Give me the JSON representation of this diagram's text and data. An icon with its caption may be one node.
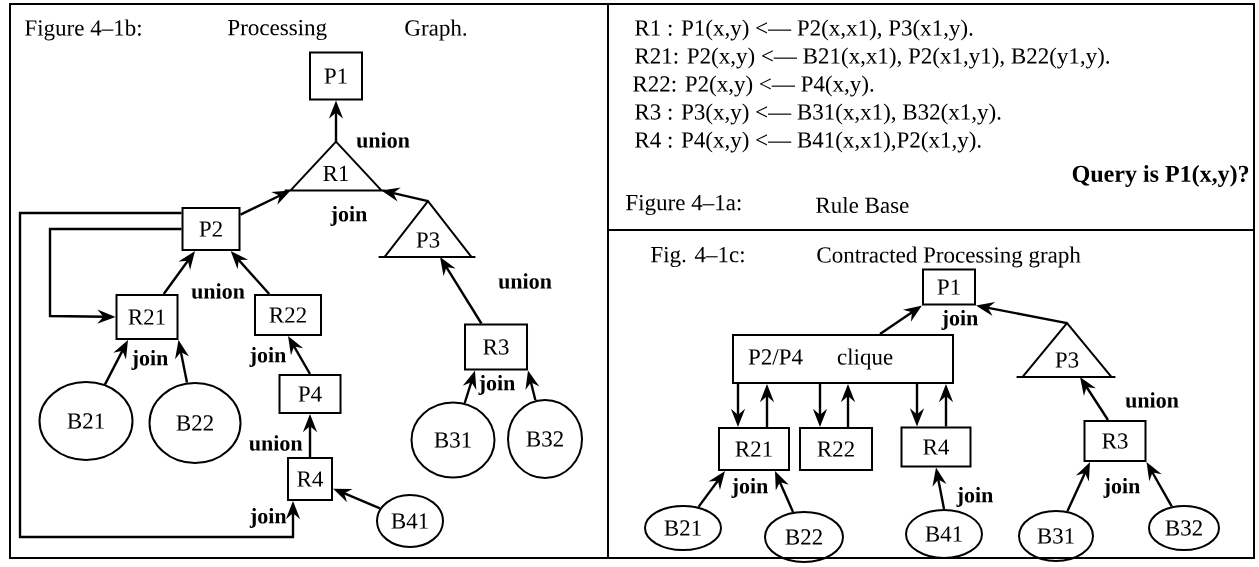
{
  "diagram": {
    "nodes": [
      {
        "text": [
          "P1"
        ]
      },
      {
        "text": [
          "R1"
        ]
      },
      {
        "text": [
          "P2"
        ]
      },
      {
        "text": [
          "P3"
        ]
      },
      {
        "text": [
          "R21"
        ]
      },
      {
        "text": [
          "R22"
        ]
      },
      {
        "text": [
          "R3"
        ]
      },
      {
        "text": [
          "B21"
        ]
      },
      {
        "text": [
          "B22"
        ]
      },
      {
        "text": [
          "P4"
        ]
      },
      {
        "text": [
          "B31"
        ]
      },
      {
        "text": [
          "B32"
        ]
      },
      {
        "text": [
          "R4"
        ]
      },
      {
        "text": [
          "B41"
        ]
      },
      {
        "text": [
          "P1"
        ]
      },
      {
        "text": [
          "P2/P4",
          "clique"
        ]
      },
      {
        "text": [
          "P3"
        ]
      },
      {
        "text": [
          "R21"
        ]
      },
      {
        "text": [
          "R22"
        ]
      },
      {
        "text": [
          "R4"
        ]
      },
      {
        "text": [
          "R3"
        ]
      },
      {
        "text": [
          "B21"
        ]
      },
      {
        "text": [
          "B22"
        ]
      },
      {
        "text": [
          "B41"
        ]
      },
      {
        "text": [
          "B31"
        ]
      },
      {
        "text": [
          "B32"
        ]
      }
    ],
    "edges": [
      {
        "from": 1,
        "to": 0,
        "arrow": "to"
      },
      {
        "from": 2,
        "to": 1,
        "arrow": "to"
      },
      {
        "from": 3,
        "to": 1,
        "arrow": "to"
      },
      {
        "from": 4,
        "to": 2,
        "arrow": "to"
      },
      {
        "from": 5,
        "to": 2,
        "arrow": "to"
      },
      {
        "from": 2,
        "to": 4,
        "arrow": "to"
      },
      {
        "from": 2,
        "to": 12,
        "arrow": "to"
      },
      {
        "from": 7,
        "to": 4,
        "arrow": "to"
      },
      {
        "from": 8,
        "to": 4,
        "arrow": "to"
      },
      {
        "from": 9,
        "to": 5,
        "arrow": "to"
      },
      {
        "from": 12,
        "to": 9,
        "arrow": "to"
      },
      {
        "from": 13,
        "to": 12,
        "arrow": "to"
      },
      {
        "from": 6,
        "to": 3,
        "arrow": "to"
      },
      {
        "from": 10,
        "to": 6,
        "arrow": "to"
      },
      {
        "from": 11,
        "to": 6,
        "arrow": "to"
      },
      {
        "from": 15,
        "to": 14,
        "arrow": "to"
      },
      {
        "from": 16,
        "to": 14,
        "arrow": "to"
      },
      {
        "from": 15,
        "to": 17,
        "arrow": "to"
      },
      {
        "from": 17,
        "to": 15,
        "arrow": "to"
      },
      {
        "from": 15,
        "to": 18,
        "arrow": "to"
      },
      {
        "from": 18,
        "to": 15,
        "arrow": "to"
      },
      {
        "from": 15,
        "to": 19,
        "arrow": "to"
      },
      {
        "from": 19,
        "to": 15,
        "arrow": "to"
      },
      {
        "from": 21,
        "to": 17,
        "arrow": "to"
      },
      {
        "from": 22,
        "to": 17,
        "arrow": "to"
      },
      {
        "from": 23,
        "to": 19,
        "arrow": "to"
      },
      {
        "from": 20,
        "to": 16,
        "arrow": "to"
      },
      {
        "from": 24,
        "to": 20,
        "arrow": "to"
      },
      {
        "from": 25,
        "to": 20,
        "arrow": "to"
      }
    ],
    "labels": [
      "Figure 4–1b:",
      "Processing",
      "Graph.",
      "union",
      "join",
      "union",
      "join",
      "join",
      "union",
      "join",
      "union",
      "join",
      "R1 : P1(x,y) <— P2(x,x1), P3(x1,y).",
      "R21: P2(x,y) <— B21(x,x1), P2(x1,y1), B22(y1,y).",
      "R22: P2(x,y) <— P4(x,y).",
      "R3 : P3(x,y) <— B31(x,x1), B32(x1,y).",
      "R4 : P4(x,y) <— B41(x,x1),P2(x1,y).",
      "Query is P1(x,y)?",
      "Figure 4–1a:",
      "Rule Base",
      "Fig. 4–1c:",
      "Contracted Processing graph",
      "join",
      "union",
      "join",
      "join",
      "join"
    ]
  }
}
